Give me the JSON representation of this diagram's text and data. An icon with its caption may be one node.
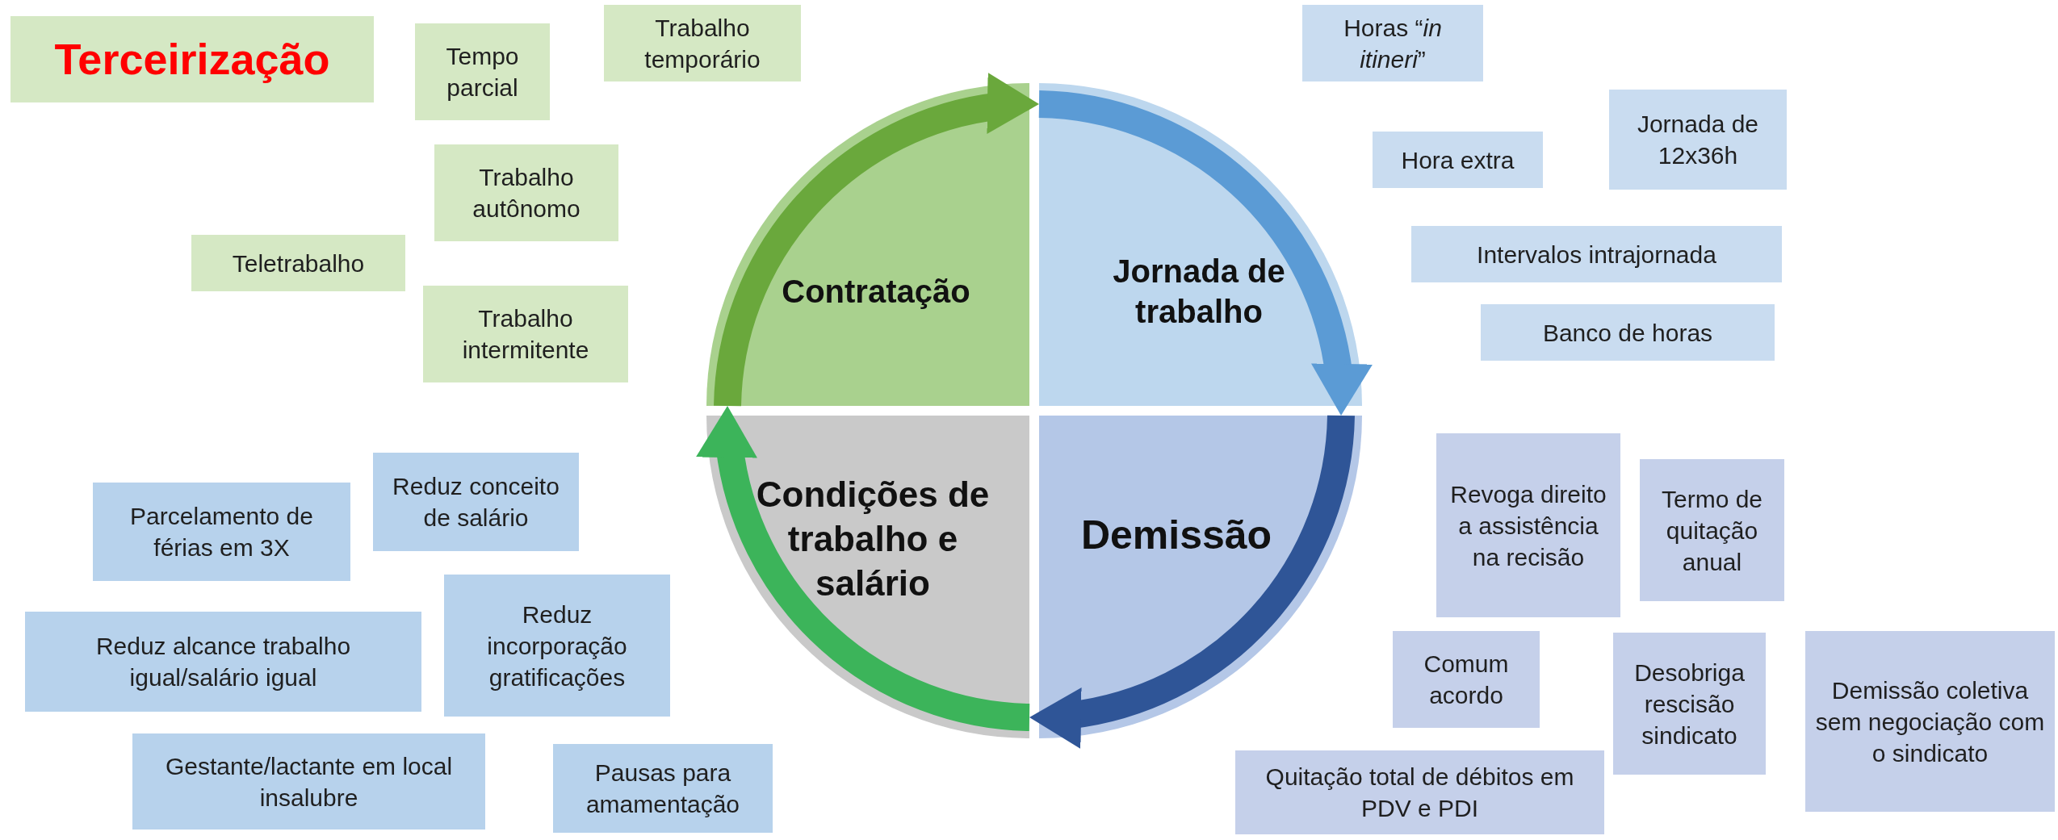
{
  "diagram": {
    "nodes": [
      {
        "text": [
          "Terceirização"
        ]
      },
      {
        "text": [
          "Tempo parcial"
        ]
      },
      {
        "text": [
          "Trabalho temporário"
        ]
      },
      {
        "text": [
          "Trabalho autônomo"
        ]
      },
      {
        "text": [
          "Teletrabalho"
        ]
      },
      {
        "text": [
          "Trabalho intermitente"
        ]
      },
      {
        "text": [
          "Contratação"
        ]
      },
      {
        "text": [
          "Jornada de trabalho"
        ]
      },
      {
        "text": [
          "Horas “*in itineri*”"
        ]
      },
      {
        "text": [
          "Hora extra"
        ]
      },
      {
        "text": [
          "Jornada de 12x36h"
        ]
      },
      {
        "text": [
          "Intervalos intrajornada"
        ]
      },
      {
        "text": [
          "Banco de horas"
        ]
      },
      {
        "text": [
          "Condições de trabalho e salário"
        ]
      },
      {
        "text": [
          "Reduz conceito de salário"
        ]
      },
      {
        "text": [
          "Parcelamento de férias em 3X"
        ]
      },
      {
        "text": [
          "Reduz incorporação gratificações"
        ]
      },
      {
        "text": [
          "Reduz alcance trabalho igual/salário igual"
        ]
      },
      {
        "text": [
          "Gestante/lactante em local insalubre"
        ]
      },
      {
        "text": [
          "Pausas para amamentação"
        ]
      },
      {
        "text": [
          "Demissão"
        ]
      },
      {
        "text": [
          "Revoga direito a assistência na recisão"
        ]
      },
      {
        "text": [
          "Termo de quitação anual"
        ]
      },
      {
        "text": [
          "Comum acordo"
        ]
      },
      {
        "text": [
          "Desobriga rescisão sindicato"
        ]
      },
      {
        "text": [
          "Demissão coletiva sem negociação com o sindicato"
        ]
      },
      {
        "text": [
          "Quitação total de débitos em PDV e PDI"
        ]
      }
    ],
    "edges": [
      {
        "from": 6,
        "to": 7,
        "arrow": "to",
        "color": "#6aa83c"
      },
      {
        "from": 7,
        "to": 20,
        "arrow": "to",
        "color": "#5b9bd5"
      },
      {
        "from": 20,
        "to": 13,
        "arrow": "to",
        "color": "#2f5597"
      },
      {
        "from": 13,
        "to": 6,
        "arrow": "to",
        "color": "#3cb45a"
      }
    ]
  }
}
